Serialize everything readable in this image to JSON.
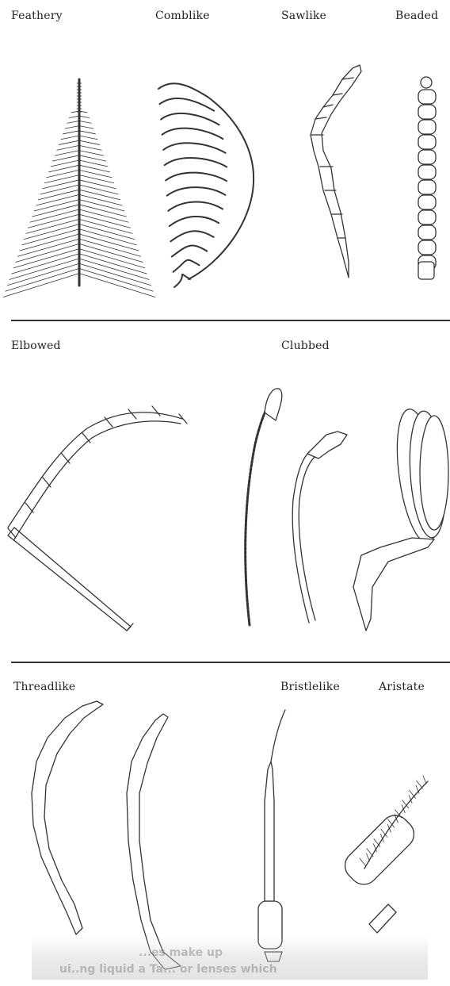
{
  "labels": {
    "feathery": "Feathery",
    "comblike": "Comblike",
    "sawlike": "Sawlike",
    "beaded": "Beaded",
    "elbowed": "Elbowed",
    "clubbed": "Clubbed",
    "threadlike": "Threadlike",
    "bristlelike": "Bristlelike",
    "aristate": "Aristate"
  },
  "bleed_through": {
    "line1": "...es make up",
    "line2": "ui..ng liquid  a Ta... or lenses which"
  }
}
